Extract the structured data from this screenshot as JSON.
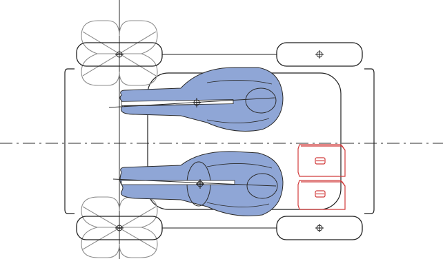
{
  "diagram": {
    "kind": "vehicle-occupant-top-view",
    "colors": {
      "background": "#ffffff",
      "outline": "#1f1f1f",
      "wheel_steer_outline": "#8c8c8c",
      "occupant_fill": "#8fa6d6",
      "occupant_outline": "#2b2b2b",
      "seat_red": "#d13a3a",
      "centerline": "#2b2b2b"
    },
    "elements": {
      "vertical_axis": true,
      "centerline": true,
      "front_wheels_with_steer_sweep": 2,
      "rear_wheels": 2,
      "occupants": 2,
      "rear_seat_modules": 2
    }
  }
}
